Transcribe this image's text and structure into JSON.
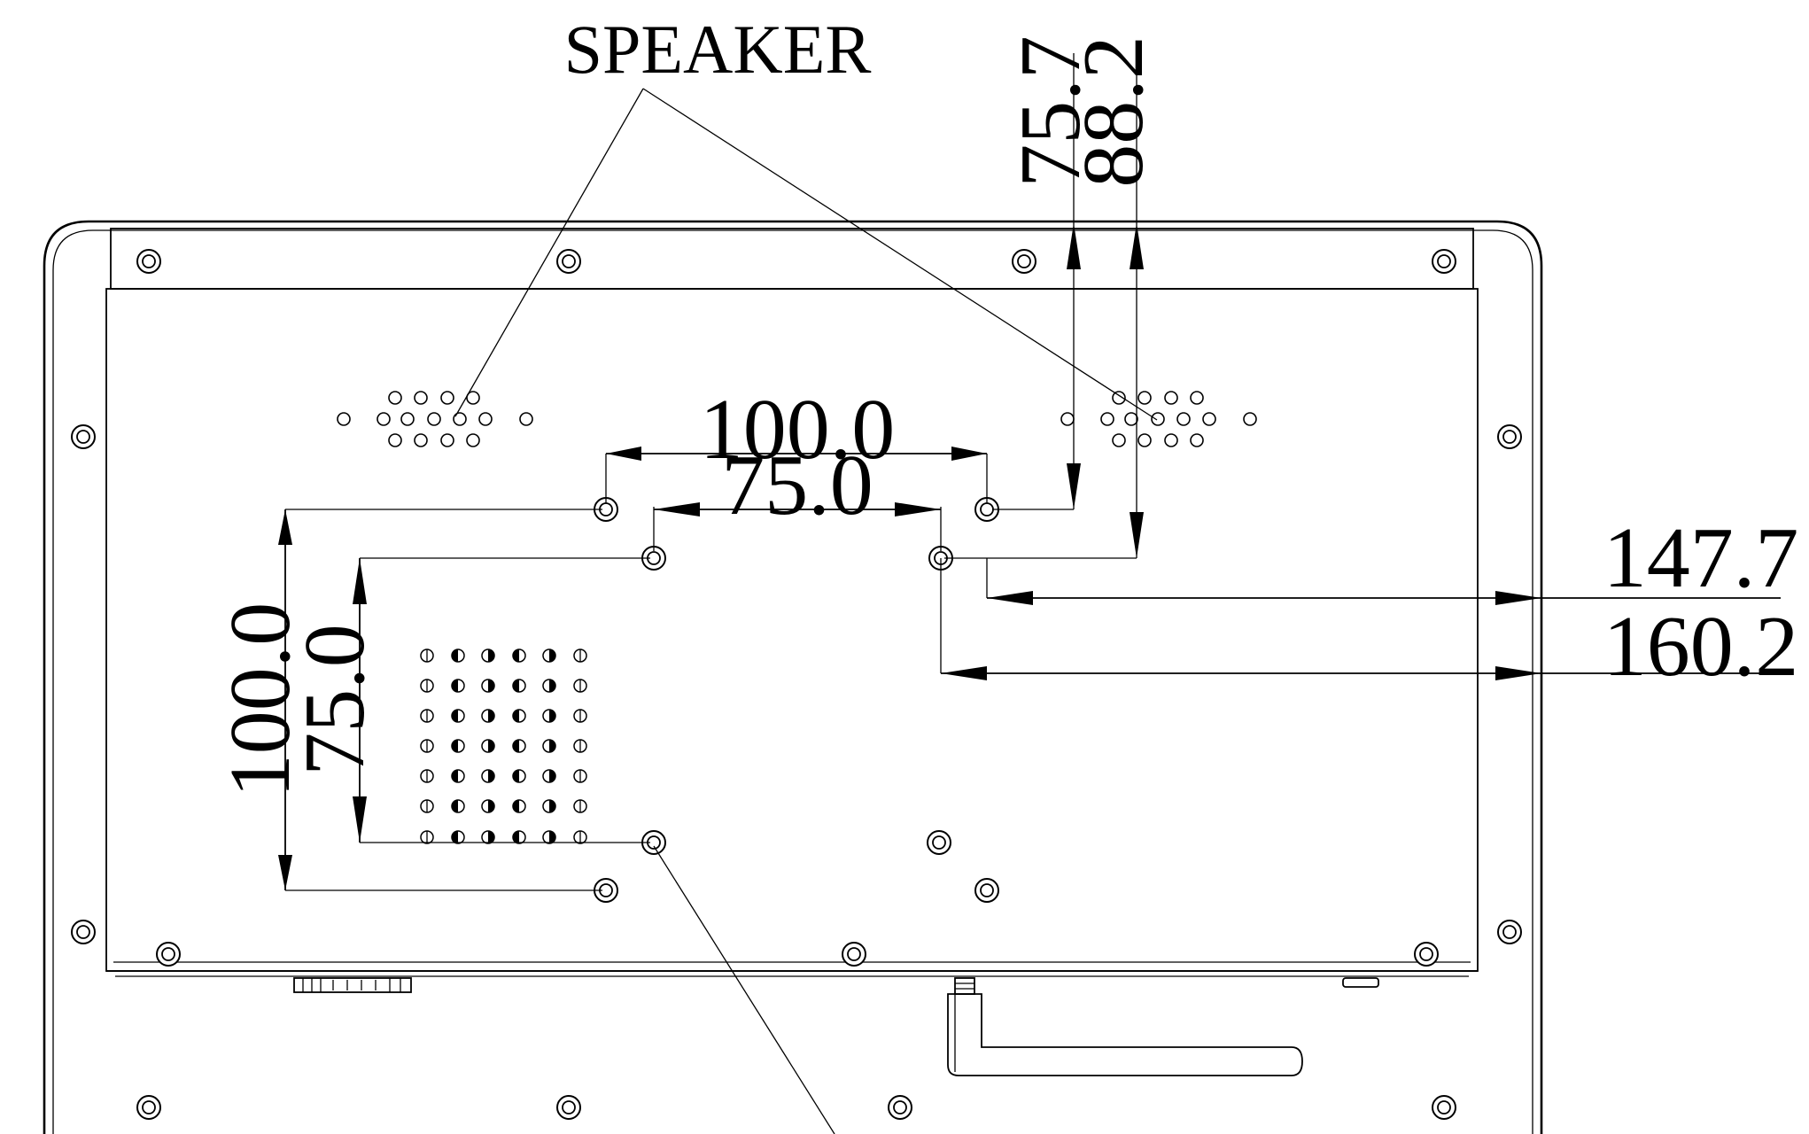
{
  "callouts": {
    "speaker": "SPEAKER"
  },
  "dimensions": {
    "top_vertical_inner": "75.7",
    "top_vertical_outer": "88.2",
    "horizontal_outer": "100.0",
    "horizontal_inner": "75.0",
    "left_vertical_outer": "100.0",
    "left_vertical_inner": "75.0",
    "right_offset_inner": "147.7",
    "right_offset_outer": "160.2"
  },
  "icons": {
    "mount_screw": "screw-hole-icon",
    "speaker_grille": "speaker-hole-icon",
    "vent": "vent-hole-icon",
    "antenna": "antenna-icon",
    "connector": "connector-icon"
  }
}
